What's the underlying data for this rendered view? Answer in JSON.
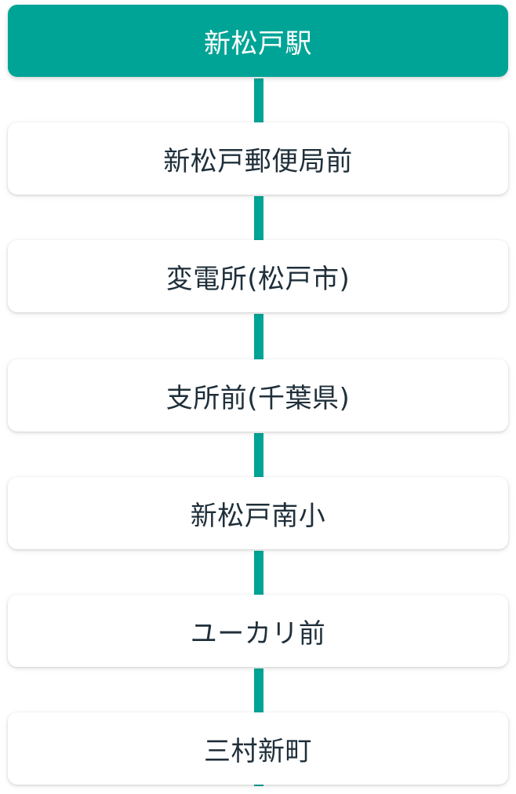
{
  "route": {
    "accent_color": "#00a496",
    "stops": [
      {
        "label": "新松戸駅",
        "current": true
      },
      {
        "label": "新松戸郵便局前",
        "current": false
      },
      {
        "label": "変電所(松戸市)",
        "current": false
      },
      {
        "label": "支所前(千葉県)",
        "current": false
      },
      {
        "label": "新松戸南小",
        "current": false
      },
      {
        "label": "ユーカリ前",
        "current": false
      },
      {
        "label": "三村新町",
        "current": false
      }
    ]
  }
}
